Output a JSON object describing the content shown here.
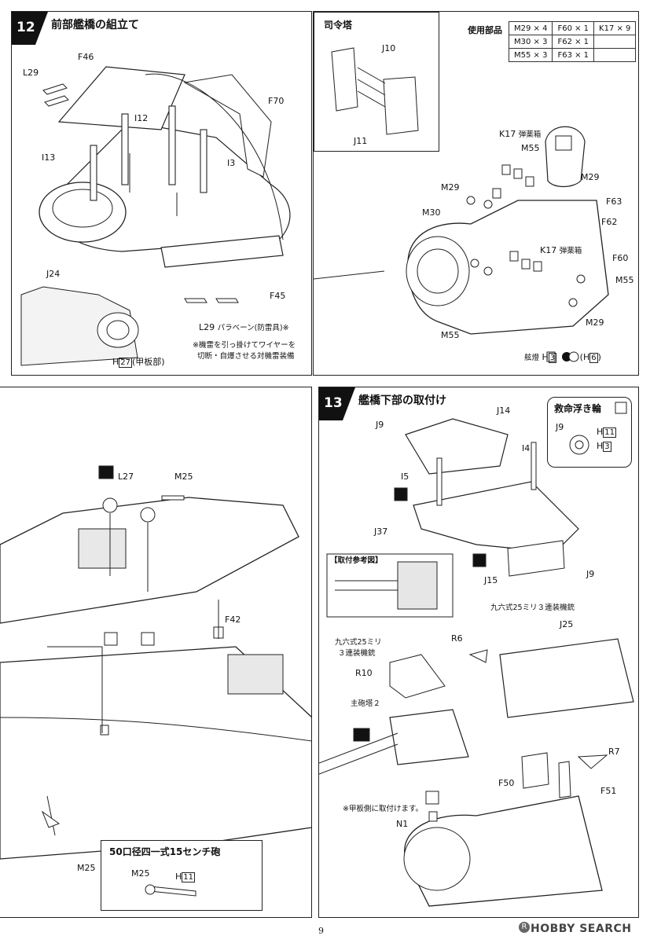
{
  "page_number": "9",
  "watermark": "HOBBY SEARCH",
  "step12": {
    "number": "12",
    "title": "前部艦橋の組立て",
    "labels": {
      "L29_top": "L29",
      "F46": "F46",
      "F70": "F70",
      "I12": "I12",
      "I13": "I13",
      "I3": "I3",
      "J24": "J24",
      "F45": "F45",
      "H27": "H",
      "H27_num": "27",
      "H27_note": "(甲板部)",
      "L29_bottom": "L29",
      "L29_bottom_note": "パラベーン(防雷具)※",
      "note_line1": "※機雷を引っ掛けてワイヤーを",
      "note_line2": "切断・自爆させる対機雷装備"
    }
  },
  "command_tower": {
    "title": "司令塔",
    "J10": "J10",
    "J11": "J11"
  },
  "parts_used": {
    "label": "使用部品",
    "rows": [
      [
        "M29 × 4",
        "F60 × 1",
        "K17 × 9"
      ],
      [
        "M30 × 3",
        "F62 × 1",
        ""
      ],
      [
        "M55 × 3",
        "F63 × 1",
        ""
      ]
    ]
  },
  "step12_right": {
    "K17_top": "K17",
    "ammo_box_top": "弾薬箱",
    "M55_top": "M55",
    "M29_top_right": "M29",
    "M29_left": "M29",
    "F63": "F63",
    "M30": "M30",
    "F62": "F62",
    "K17_mid": "K17",
    "ammo_box_mid": "弾薬箱",
    "F60": "F60",
    "M55_right": "M55",
    "M55_bottom": "M55",
    "M29_bottom": "M29",
    "color_caption": "舷燈",
    "color_h3": "3",
    "color_h6": "6",
    "color_h_letter": "H"
  },
  "left_mid": {
    "L27": "L27",
    "M25_top": "M25",
    "F42": "F42",
    "M25_bottom": "M25"
  },
  "gun_box": {
    "title": "50口径四一式15センチ砲",
    "M25": "M25",
    "H": "H",
    "H_num": "11"
  },
  "step13": {
    "number": "13",
    "title": "艦橋下部の取付け",
    "J9_top": "J9",
    "J14": "J14",
    "I4": "I4",
    "I5": "I5",
    "J37": "J37",
    "J15": "J15",
    "J9_bottom": "J9",
    "ref_label": "【取付参考図】"
  },
  "lifebuoy": {
    "title": "救命浮き輪",
    "J9": "J9",
    "H11_letter": "H",
    "H11_num": "11",
    "H3_letter": "H",
    "H3_num": "3"
  },
  "step13_lower": {
    "type96_right": "九六式25ミリ３連装機銃",
    "J25": "J25",
    "R6": "R6",
    "type96_left_1": "九六式25ミリ",
    "type96_left_2": "３連装機銃",
    "R10": "R10",
    "main_turret": "主砲塔２",
    "R7": "R7",
    "F50": "F50",
    "F51": "F51",
    "deck_note": "※甲板側に取付けます。",
    "N1": "N1"
  }
}
